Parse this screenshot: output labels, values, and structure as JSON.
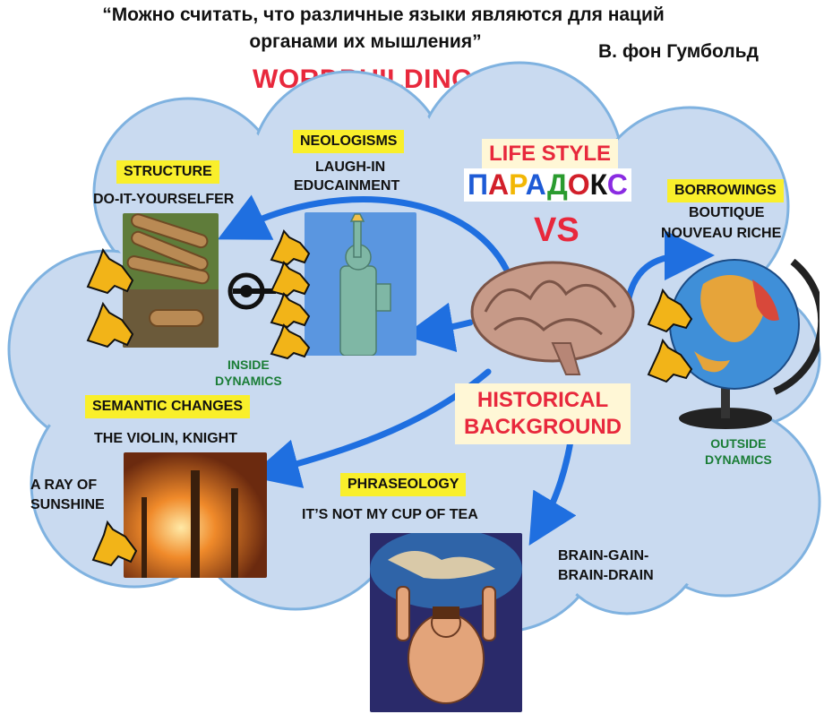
{
  "quote": {
    "line1": "“Можно считать, что различные языки являются для наций",
    "line2": "органами их мышления”",
    "author": "В. фон Гумбольд"
  },
  "title": "WORDBUILDING",
  "center": {
    "life_style": "LIFE STYLE",
    "paradox_letters": [
      {
        "ch": "П",
        "color": "#1e5bd6"
      },
      {
        "ch": "А",
        "color": "#d21f2a"
      },
      {
        "ch": "Р",
        "color": "#f2b705"
      },
      {
        "ch": "А",
        "color": "#1e5bd6"
      },
      {
        "ch": "Д",
        "color": "#2a9b2f"
      },
      {
        "ch": "О",
        "color": "#d21f2a"
      },
      {
        "ch": "К",
        "color": "#111111"
      },
      {
        "ch": "С",
        "color": "#8a2be2"
      }
    ],
    "vs": "VS",
    "historical_line1": "HISTORICAL",
    "historical_line2": "BACKGROUND"
  },
  "structure": {
    "heading": "STRUCTURE",
    "example": "DO-IT-YOURSELFER"
  },
  "neologisms": {
    "heading": "NEOLOGISMS",
    "example1": "LAUGH-IN",
    "example2": "EDUCAINMENT"
  },
  "borrowings": {
    "heading": "BORROWINGS",
    "example1": "BOUTIQUE",
    "example2": "NOUVEAU RICHE"
  },
  "inside_dynamics": {
    "line1": "INSIDE",
    "line2": "DYNAMICS"
  },
  "outside_dynamics": {
    "line1": "OUTSIDE",
    "line2": "DYNAMICS"
  },
  "semantic": {
    "heading": "SEMANTIC CHANGES",
    "example1": "THE VIOLIN, KNIGHT",
    "example2_line1": "A RAY OF",
    "example2_line2": "SUNSHINE"
  },
  "phraseology": {
    "heading": "PHRASEOLOGY",
    "example": "IT’S NOT MY CUP OF TEA"
  },
  "brain_gain": {
    "line1": "BRAIN-GAIN-",
    "line2": "BRAIN-DRAIN"
  },
  "colors": {
    "cloud": "#c9daf0",
    "arrow": "#1f6fe0",
    "highlight": "#f9ef2b",
    "title": "#e8283c",
    "green": "#1a7d36",
    "horse": "#f2b418"
  }
}
